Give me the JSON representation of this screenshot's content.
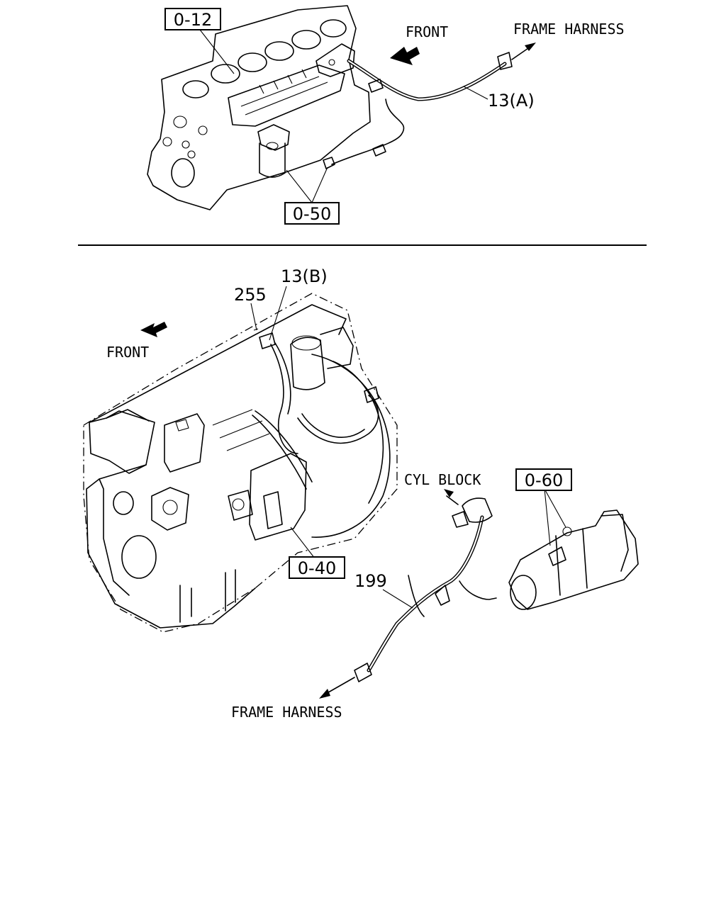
{
  "top_view": {
    "ref_block": "0-12",
    "ref_sensor": "0-50",
    "front_label": "FRONT",
    "frame_harness_label": "FRAME HARNESS",
    "harness_part": "13(A)"
  },
  "bottom_view": {
    "clip_part": "255",
    "harness_part": "13(B)",
    "front_label": "FRONT",
    "ref_pump": "0-40",
    "cyl_block_label": "CYL BLOCK",
    "ref_starter": "0-60",
    "cable_part": "199",
    "frame_harness_label": "FRAME HARNESS"
  }
}
